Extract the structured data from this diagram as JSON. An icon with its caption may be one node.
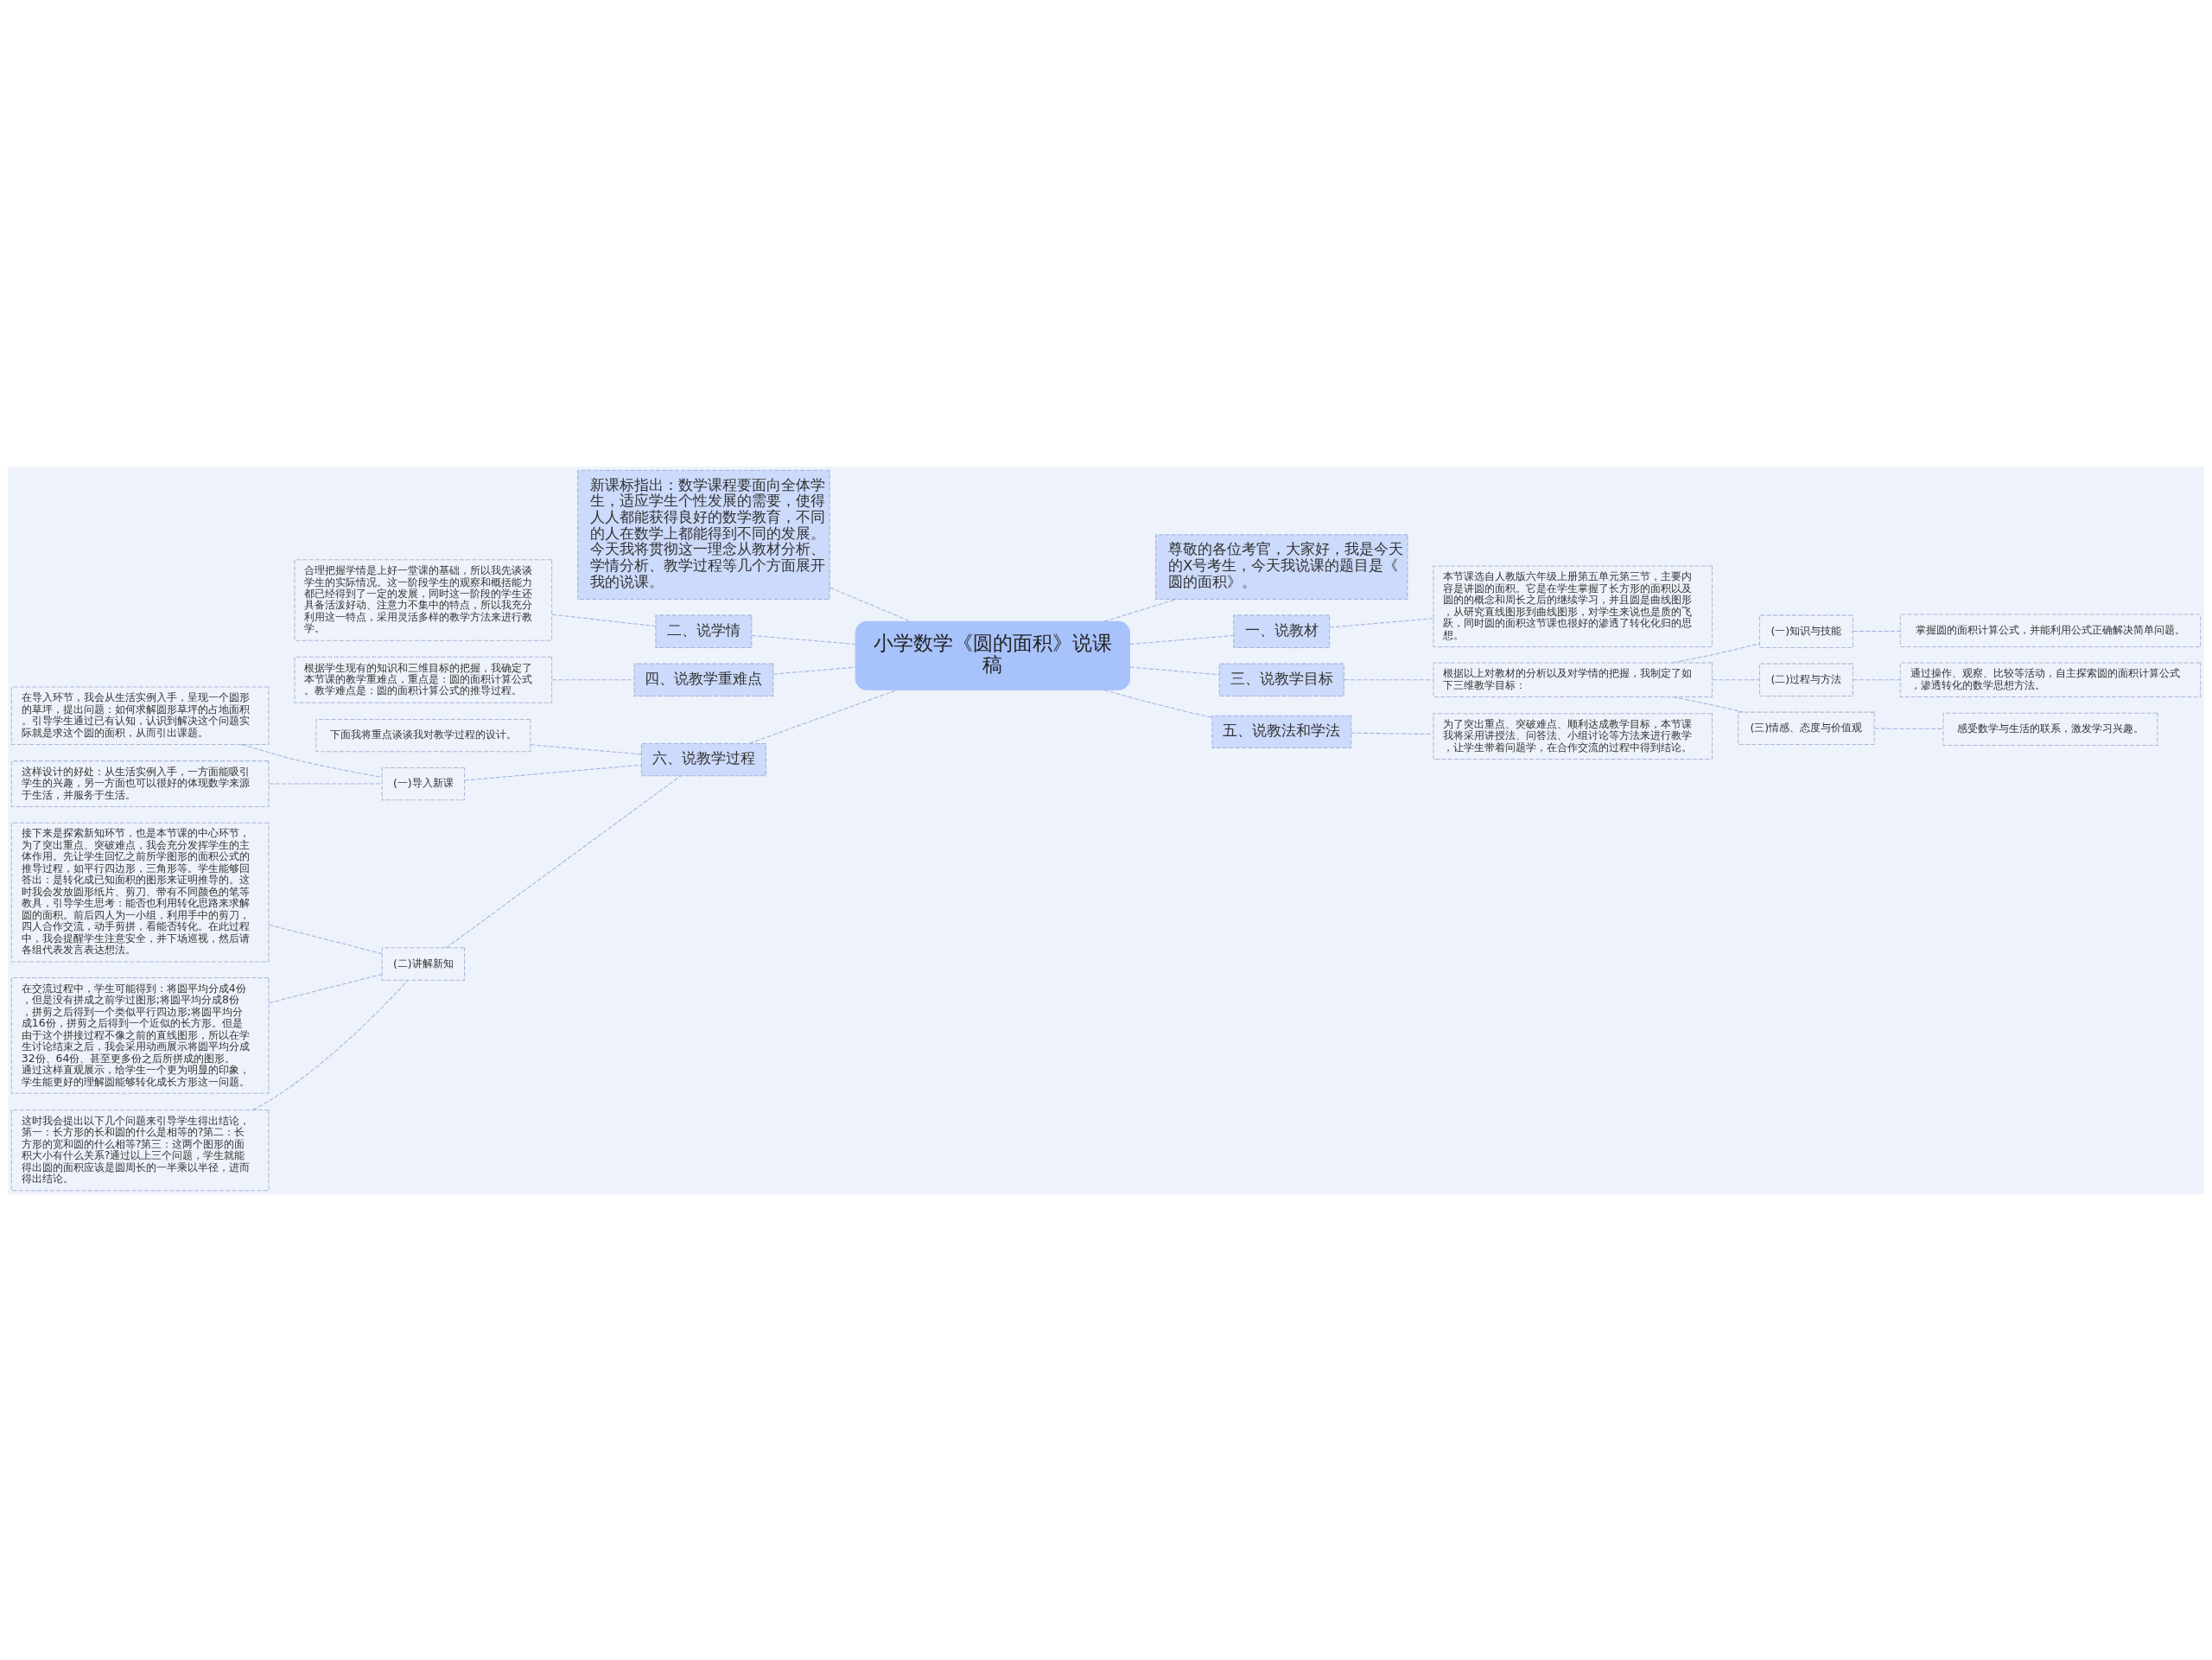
{
  "diagram": {
    "nodes": [
      {
        "text": [
          "小学数学《圆的面积》说课稿"
        ]
      },
      {
        "text": [
          "新课标指出：数学课程要面向全体学生，适应学生个性发展的需要，使得人人都能获得良好的数学教育，不同的人在数学上都能得到不同的发展。今天我将贯彻这一理念从教材分析、学情分析、教学过程等几个方面展开我的说课。"
        ]
      },
      {
        "text": [
          "二、说学情"
        ]
      },
      {
        "text": [
          "合理把握学情是上好一堂课的基础，所以我先谈谈学生的实际情况。这一阶段学生的观察和概括能力都已经得到了一定的发展，同时这一阶段的学生还具备活泼好动、注意力不集中的特点，所以我充分利用这一特点，采用灵活多样的教学方法来进行教学。"
        ]
      },
      {
        "text": [
          "四、说教学重难点"
        ]
      },
      {
        "text": [
          "根据学生现有的知识和三维目标的把握，我确定了本节课的教学重难点，重点是：圆的面积计算公式。教学难点是：圆的面积计算公式的推导过程。"
        ]
      },
      {
        "text": [
          "六、说教学过程"
        ]
      },
      {
        "text": [
          "下面我将重点谈谈我对教学过程的设计。"
        ]
      },
      {
        "text": [
          "(一)导入新课"
        ]
      },
      {
        "text": [
          "在导入环节，我会从生活实例入手，呈现一个圆形的草坪，提出问题：如何求解圆形草坪的占地面积。引导学生通过已有认知，认识到解决这个问题实际就是求这个圆的面积，从而引出课题。"
        ]
      },
      {
        "text": [
          "这样设计的好处：从生活实例入手，一方面能吸引学生的兴趣，另一方面也可以很好的体现数学来源于生活，并服务于生活。"
        ]
      },
      {
        "text": [
          "(二)讲解新知"
        ]
      },
      {
        "text": [
          "接下来是探索新知环节，也是本节课的中心环节，为了突出重点、突破难点，我会充分发挥学生的主体作用。先让学生回忆之前所学图形的面积公式的推导过程，如平行四边形，三角形等。学生能够回答出：是转化成已知面积的图形来证明推导的。这时我会发放圆形纸片、剪刀、带有不同颜色的笔等教具，引导学生思考：能否也利用转化思路来求解圆的面积。前后四人为一小组，利用手中的剪刀，四人合作交流，动手剪拼，看能否转化。在此过程中，我会提醒学生注意安全，并下场巡视，然后请各组代表发言表达想法。"
        ]
      },
      {
        "text": [
          "在交流过程中，学生可能得到：将圆平均分成4份，但是没有拼成之前学过图形;将圆平均分成8份，拼剪之后得到一个类似平行四边形;将圆平均分成16份，拼剪之后得到一个近似的长方形。但是由于这个拼接过程不像之前的直线图形，所以在学生讨论结束之后，我会采用动画展示将圆平均分成32份、64份、甚至更多份之后所拼成的图形。通过这样直观展示，给学生一个更为明显的印象，学生能更好的理解圆能够转化成长方形这一问题。"
        ]
      },
      {
        "text": [
          "这时我会提出以下几个问题来引导学生得出结论，第一：长方形的长和圆的什么是相等的?第二：长方形的宽和圆的什么相等?第三：这两个图形的面积大小有什么关系?通过以上三个问题，学生就能得出圆的面积应该是圆周长的一半乘以半径，进而得出结论。"
        ]
      },
      {
        "text": [
          "尊敬的各位考官，大家好，我是今天的X号考生，今天我说课的题目是《圆的面积》。"
        ]
      },
      {
        "text": [
          "一、说教材"
        ]
      },
      {
        "text": [
          "本节课选自人教版六年级上册第五单元第三节，主要内容是讲圆的面积。它是在学生掌握了长方形的面积以及圆的的概念和周长之后的继续学习，并且圆是曲线图形，从研究直线图形到曲线图形，对学生来说也是质的飞跃，同时圆的面积这节课也很好的渗透了转化化归的思想。"
        ]
      },
      {
        "text": [
          "三、说教学目标"
        ]
      },
      {
        "text": [
          "根据以上对教材的分析以及对学情的把握，我制定了如下三维教学目标："
        ]
      },
      {
        "text": [
          "(一)知识与技能"
        ]
      },
      {
        "text": [
          "掌握圆的面积计算公式，并能利用公式正确解决简单问题。"
        ]
      },
      {
        "text": [
          "(二)过程与方法"
        ]
      },
      {
        "text": [
          "通过操作、观察、比较等活动，自主探索圆的面积计算公式，渗透转化的数学思想方法。"
        ]
      },
      {
        "text": [
          "(三)情感、态度与价值观"
        ]
      },
      {
        "text": [
          "感受数学与生活的联系，激发学习兴趣。"
        ]
      },
      {
        "text": [
          "五、说教法和学法"
        ]
      },
      {
        "text": [
          "为了突出重点、突破难点、顺利达成教学目标，本节课我将采用讲授法、问答法、小组讨论等方法来进行教学，让学生带着问题学，在合作交流的过程中得到结论。"
        ]
      }
    ],
    "edges": [
      {
        "from": 0,
        "to": 1,
        "arrow": "none",
        "style": "dashed"
      },
      {
        "from": 0,
        "to": 2,
        "arrow": "none",
        "style": "dashed"
      },
      {
        "from": 2,
        "to": 3,
        "arrow": "none",
        "style": "dashed"
      },
      {
        "from": 0,
        "to": 4,
        "arrow": "none",
        "style": "dashed"
      },
      {
        "from": 4,
        "to": 5,
        "arrow": "none",
        "style": "dashed"
      },
      {
        "from": 0,
        "to": 6,
        "arrow": "none",
        "style": "dashed"
      },
      {
        "from": 6,
        "to": 7,
        "arrow": "none",
        "style": "dashed"
      },
      {
        "from": 6,
        "to": 8,
        "arrow": "none",
        "style": "dashed"
      },
      {
        "from": 8,
        "to": 9,
        "arrow": "none",
        "style": "dashed"
      },
      {
        "from": 8,
        "to": 10,
        "arrow": "none",
        "style": "dashed"
      },
      {
        "from": 6,
        "to": 11,
        "arrow": "none",
        "style": "dashed"
      },
      {
        "from": 11,
        "to": 12,
        "arrow": "none",
        "style": "dashed"
      },
      {
        "from": 11,
        "to": 13,
        "arrow": "none",
        "style": "dashed"
      },
      {
        "from": 11,
        "to": 14,
        "arrow": "none",
        "style": "dashed"
      },
      {
        "from": 0,
        "to": 15,
        "arrow": "none",
        "style": "dashed"
      },
      {
        "from": 0,
        "to": 16,
        "arrow": "none",
        "style": "dashed"
      },
      {
        "from": 16,
        "to": 17,
        "arrow": "none",
        "style": "dashed"
      },
      {
        "from": 0,
        "to": 18,
        "arrow": "none",
        "style": "dashed"
      },
      {
        "from": 18,
        "to": 19,
        "arrow": "none",
        "style": "dashed"
      },
      {
        "from": 19,
        "to": 20,
        "arrow": "none",
        "style": "dashed"
      },
      {
        "from": 20,
        "to": 21,
        "arrow": "none",
        "style": "dashed"
      },
      {
        "from": 19,
        "to": 22,
        "arrow": "none",
        "style": "dashed"
      },
      {
        "from": 22,
        "to": 23,
        "arrow": "none",
        "style": "dashed"
      },
      {
        "from": 19,
        "to": 24,
        "arrow": "none",
        "style": "dashed"
      },
      {
        "from": 24,
        "to": 25,
        "arrow": "none",
        "style": "dashed"
      },
      {
        "from": 0,
        "to": 26,
        "arrow": "none",
        "style": "dashed"
      },
      {
        "from": 26,
        "to": 27,
        "arrow": "none",
        "style": "dashed"
      }
    ]
  }
}
